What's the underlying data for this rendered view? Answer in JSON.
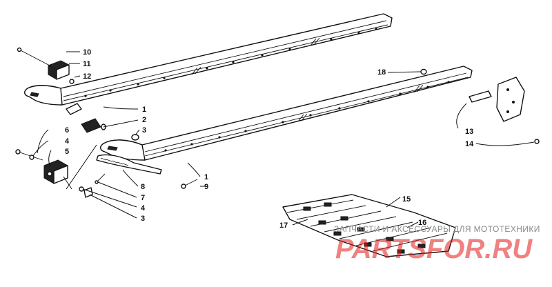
{
  "callouts": {
    "c1a": "1",
    "c1b": "1",
    "c2": "2",
    "c3a": "3",
    "c3b": "3",
    "c4a": "4",
    "c4b": "4",
    "c5": "5",
    "c6": "6",
    "c7": "7",
    "c8": "8",
    "c9": "9",
    "c10": "10",
    "c11": "11",
    "c12": "12",
    "c13": "13",
    "c14": "14",
    "c15": "15",
    "c16": "16",
    "c17": "17",
    "c18": "18"
  },
  "watermark": {
    "top": "ЗАПЧАСТИ И АКСЕССУАРЫ ДЛЯ МОТОТЕХНИКИ",
    "main": "PARTSFOR.RU"
  },
  "colors": {
    "line": "#111111",
    "watermark": "#e21b1b",
    "background": "#ffffff"
  }
}
